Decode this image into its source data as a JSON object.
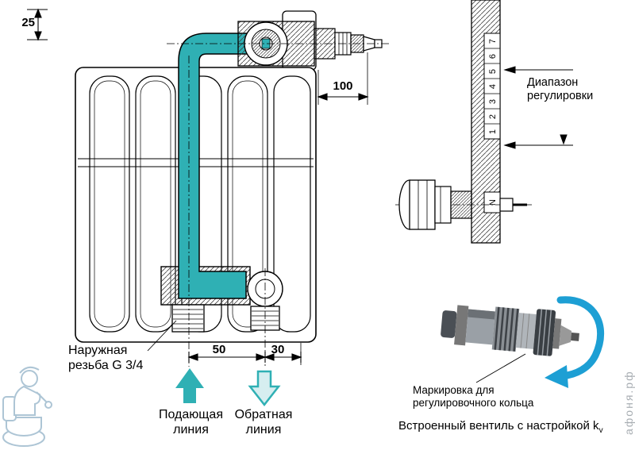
{
  "diagram": {
    "dims": {
      "top_offset": "25",
      "valve_depth": "100",
      "supply_spacing": "50",
      "return_spacing": "30"
    },
    "labels": {
      "external_thread_line1": "Наружная",
      "external_thread_line2": "резьба G 3/4",
      "supply_line1": "Подающая",
      "supply_line2": "линия",
      "return_line1": "Обратная",
      "return_line2": "линия",
      "range_line1": "Диапазон",
      "range_line2": "регулировки",
      "marking_line1": "Маркировка для",
      "marking_line2": "регулировочного кольца",
      "builtin_valve": "Встроенный вентиль с настройкой k",
      "builtin_valve_sub": "v"
    },
    "scale": {
      "marks": [
        "7",
        "6",
        "5",
        "4",
        "3",
        "2",
        "1"
      ],
      "n_label": "N"
    },
    "watermark": "афоня.рф",
    "colors": {
      "pipe": "#2fb0b4",
      "return_fill": "#d6eef0",
      "rotation_arrow": "#1d9fd4",
      "line": "#000000",
      "watermark": "#a9c2d3"
    }
  }
}
